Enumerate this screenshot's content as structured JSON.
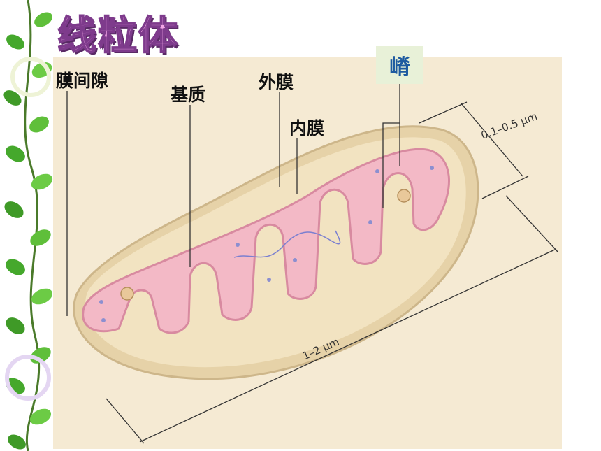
{
  "slide": {
    "title": "线粒体"
  },
  "diagram": {
    "labels": {
      "intermembrane_space": "膜间隙",
      "matrix": "基质",
      "outer_membrane": "外膜",
      "inner_membrane": "内膜",
      "cristae": "嵴"
    },
    "dimensions": {
      "width": "0.1–0.5 µm",
      "length": "1–2 µm"
    },
    "colors": {
      "panel_background": "#f5ead3",
      "outer_membrane": "#e6d2a8",
      "inner_membrane": "#e7a0b0",
      "matrix": "#f3b9c6",
      "title_fill": "#f3a6e6",
      "title_outline": "#7e3b8c"
    }
  },
  "decoration": {
    "left_vine": "ivy-vine-icon"
  }
}
